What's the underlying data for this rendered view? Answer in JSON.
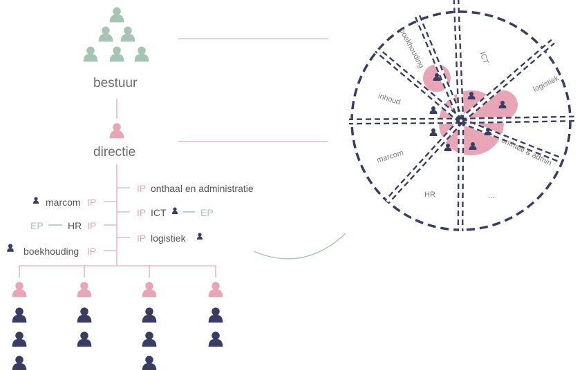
{
  "colors": {
    "navy": "#3a3d62",
    "pink": "#e8a5b6",
    "green": "#a5c4b1",
    "line_pink": "#e8b8c4",
    "text_grey": "#6b6b6b"
  },
  "hierarchy": {
    "board_label": "bestuur",
    "management_label": "directie",
    "left_roles": [
      {
        "name": "marcom",
        "tag": "IP"
      },
      {
        "name": "HR",
        "tag": "IP",
        "ep": "EP"
      },
      {
        "name": "boekhouding",
        "tag": "IP"
      }
    ],
    "right_roles": [
      {
        "name": "onthaal en administratie",
        "tag": "IP"
      },
      {
        "name": "ICT",
        "tag": "IP",
        "ep": "EP"
      },
      {
        "name": "logistiek",
        "tag": "IP"
      }
    ]
  },
  "circle": {
    "segments": [
      "boekhouding",
      "ICT",
      "logistiek",
      "inhoud",
      "onthaal & admin",
      "marcom",
      "HR",
      "..."
    ]
  },
  "icons": [
    "person-icon",
    "person-small-icon"
  ]
}
